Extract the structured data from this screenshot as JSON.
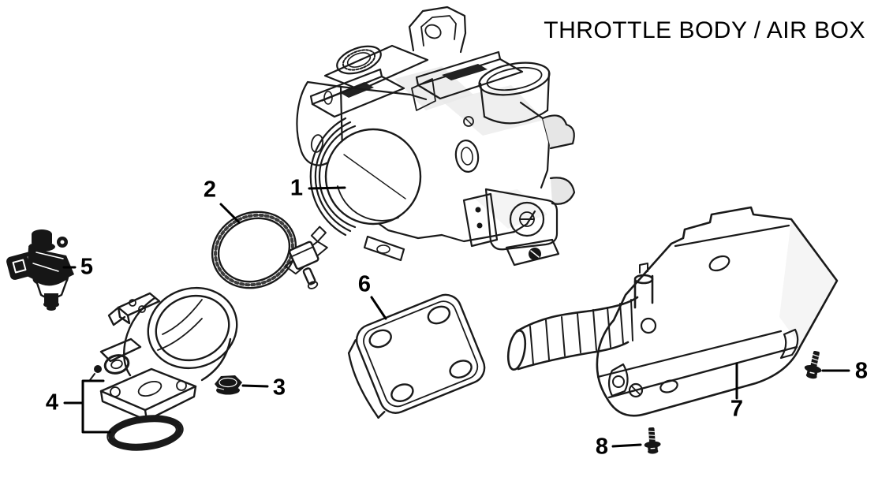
{
  "title": "THROTTLE BODY / AIR BOX",
  "colors": {
    "background": "#ffffff",
    "line": "#1a1a1a",
    "dark_fill": "#161616",
    "shade": "#e8e8e8",
    "label": "#000000"
  },
  "callouts": [
    {
      "label": "1",
      "part": "throttle-body"
    },
    {
      "label": "2",
      "part": "hose-clamp"
    },
    {
      "label": "3",
      "part": "flange-nut"
    },
    {
      "label": "4",
      "part": "intake-manifold-with-o-ring"
    },
    {
      "label": "5",
      "part": "fuel-injector"
    },
    {
      "label": "6",
      "part": "throttle-body-cover"
    },
    {
      "label": "7",
      "part": "air-box"
    },
    {
      "label": "8",
      "part": "screw-right"
    },
    {
      "label": "8",
      "part": "screw-bottom"
    }
  ]
}
